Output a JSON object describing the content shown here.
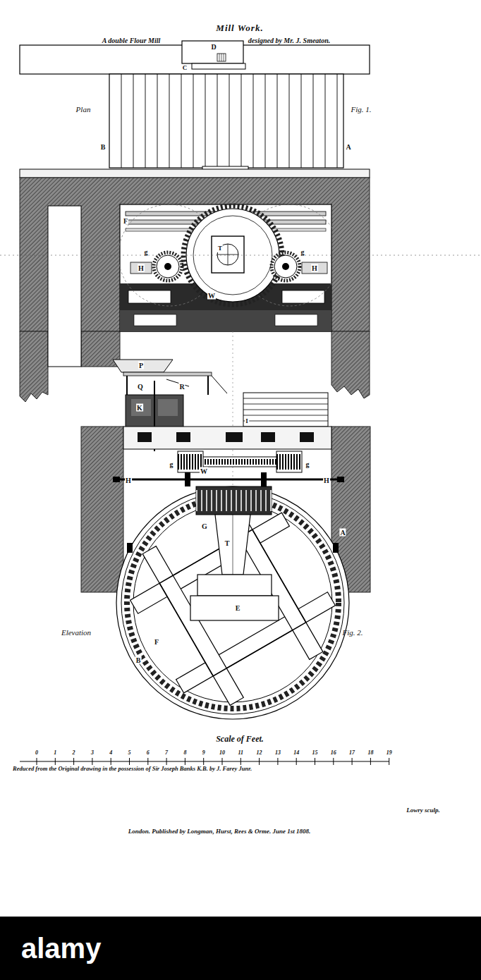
{
  "diagram": {
    "title": "Mill Work.",
    "labels": [
      "A double Flour Mill",
      "designed by Mr. J. Smeaton.",
      "D",
      "C",
      "Plan",
      "Fig. 1.",
      "B",
      "A",
      "F",
      "T",
      "g",
      "g",
      "H",
      "H",
      "W",
      "P",
      "Q",
      "R",
      "K",
      "I",
      "g",
      "g",
      "H",
      "H",
      "W",
      "G",
      "T",
      "E",
      "A",
      "B",
      "F",
      "Elevation",
      "Fig. 2.",
      "Scale of Feet.",
      "0",
      "1",
      "2",
      "3",
      "4",
      "5",
      "6",
      "7",
      "8",
      "9",
      "10",
      "11",
      "12",
      "13",
      "14",
      "15",
      "16",
      "17",
      "18",
      "19",
      "Reduced from the Original drawing in the possession of Sir Joseph Banks K.B. by J. Farey Junr.",
      "Lowry sculp.",
      "London. Published by Longman, Hurst, Rees & Orme. June 1st 1808.",
      "alamy"
    ]
  }
}
